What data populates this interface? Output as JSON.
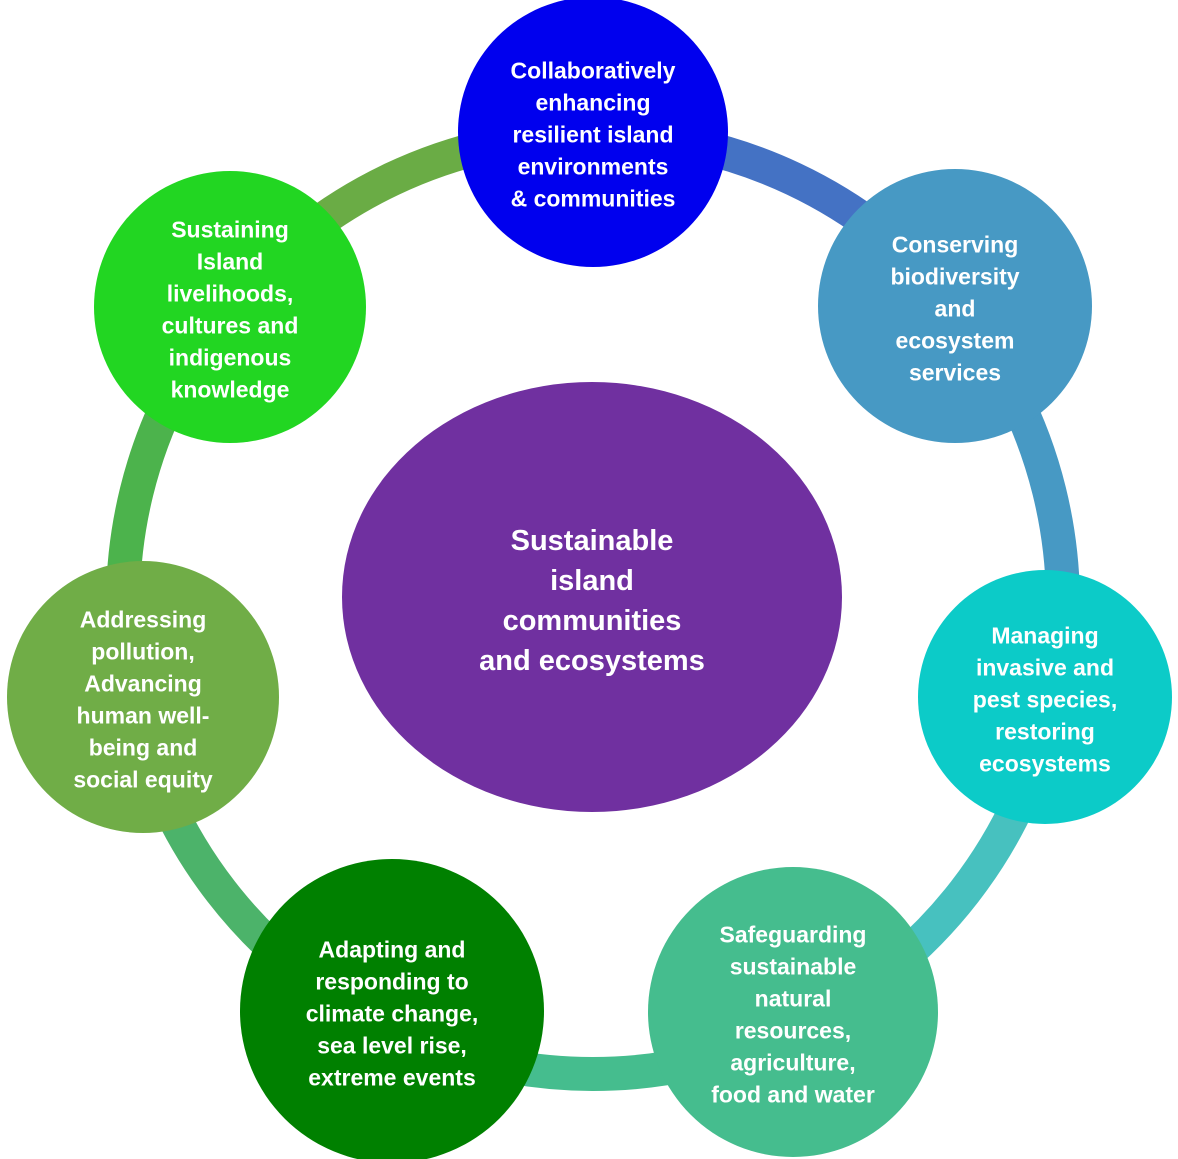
{
  "center": {
    "lines": [
      "Sustainable",
      "island",
      "communities",
      "and ecosystems"
    ],
    "color": "#7030a0"
  },
  "nodes": [
    {
      "id": "resilience",
      "lines": [
        "Collaboratively",
        "enhancing",
        "resilient island",
        "environments",
        "& communities"
      ],
      "color": "#0000ee"
    },
    {
      "id": "biodiversity",
      "lines": [
        "Conserving",
        "biodiversity",
        "and",
        "ecosystem",
        "services"
      ],
      "color": "#4799c4"
    },
    {
      "id": "invasive-species",
      "lines": [
        "Managing",
        "invasive and",
        "pest species,",
        "restoring",
        "ecosystems"
      ],
      "color": "#0ccbc8"
    },
    {
      "id": "natural-resources",
      "lines": [
        "Safeguarding",
        "sustainable",
        "natural",
        "resources,",
        "agriculture,",
        "food and water"
      ],
      "color": "#45bd8e"
    },
    {
      "id": "climate-change",
      "lines": [
        "Adapting and",
        "responding to",
        "climate change,",
        "sea level rise,",
        "extreme events"
      ],
      "color": "#008000"
    },
    {
      "id": "pollution-wellbeing",
      "lines": [
        "Addressing",
        "pollution,",
        "Advancing",
        "human well-",
        "being and",
        "social equity"
      ],
      "color": "#70ad47"
    },
    {
      "id": "livelihoods",
      "lines": [
        "Sustaining",
        "Island",
        "livelihoods,",
        "cultures and",
        "indigenous",
        "knowledge"
      ],
      "color": "#22d622"
    }
  ],
  "connectors": [
    {
      "from": "resilience",
      "to": "biodiversity",
      "color": "#4472c4"
    },
    {
      "from": "biodiversity",
      "to": "invasive-species",
      "color": "#4799c4"
    },
    {
      "from": "invasive-species",
      "to": "natural-resources",
      "color": "#47c1bf"
    },
    {
      "from": "natural-resources",
      "to": "climate-change",
      "color": "#45bd8e"
    },
    {
      "from": "climate-change",
      "to": "pollution-wellbeing",
      "color": "#4cb36a"
    },
    {
      "from": "pollution-wellbeing",
      "to": "livelihoods",
      "color": "#4cb34c"
    },
    {
      "from": "livelihoods",
      "to": "resilience",
      "color": "#6aac45"
    }
  ]
}
